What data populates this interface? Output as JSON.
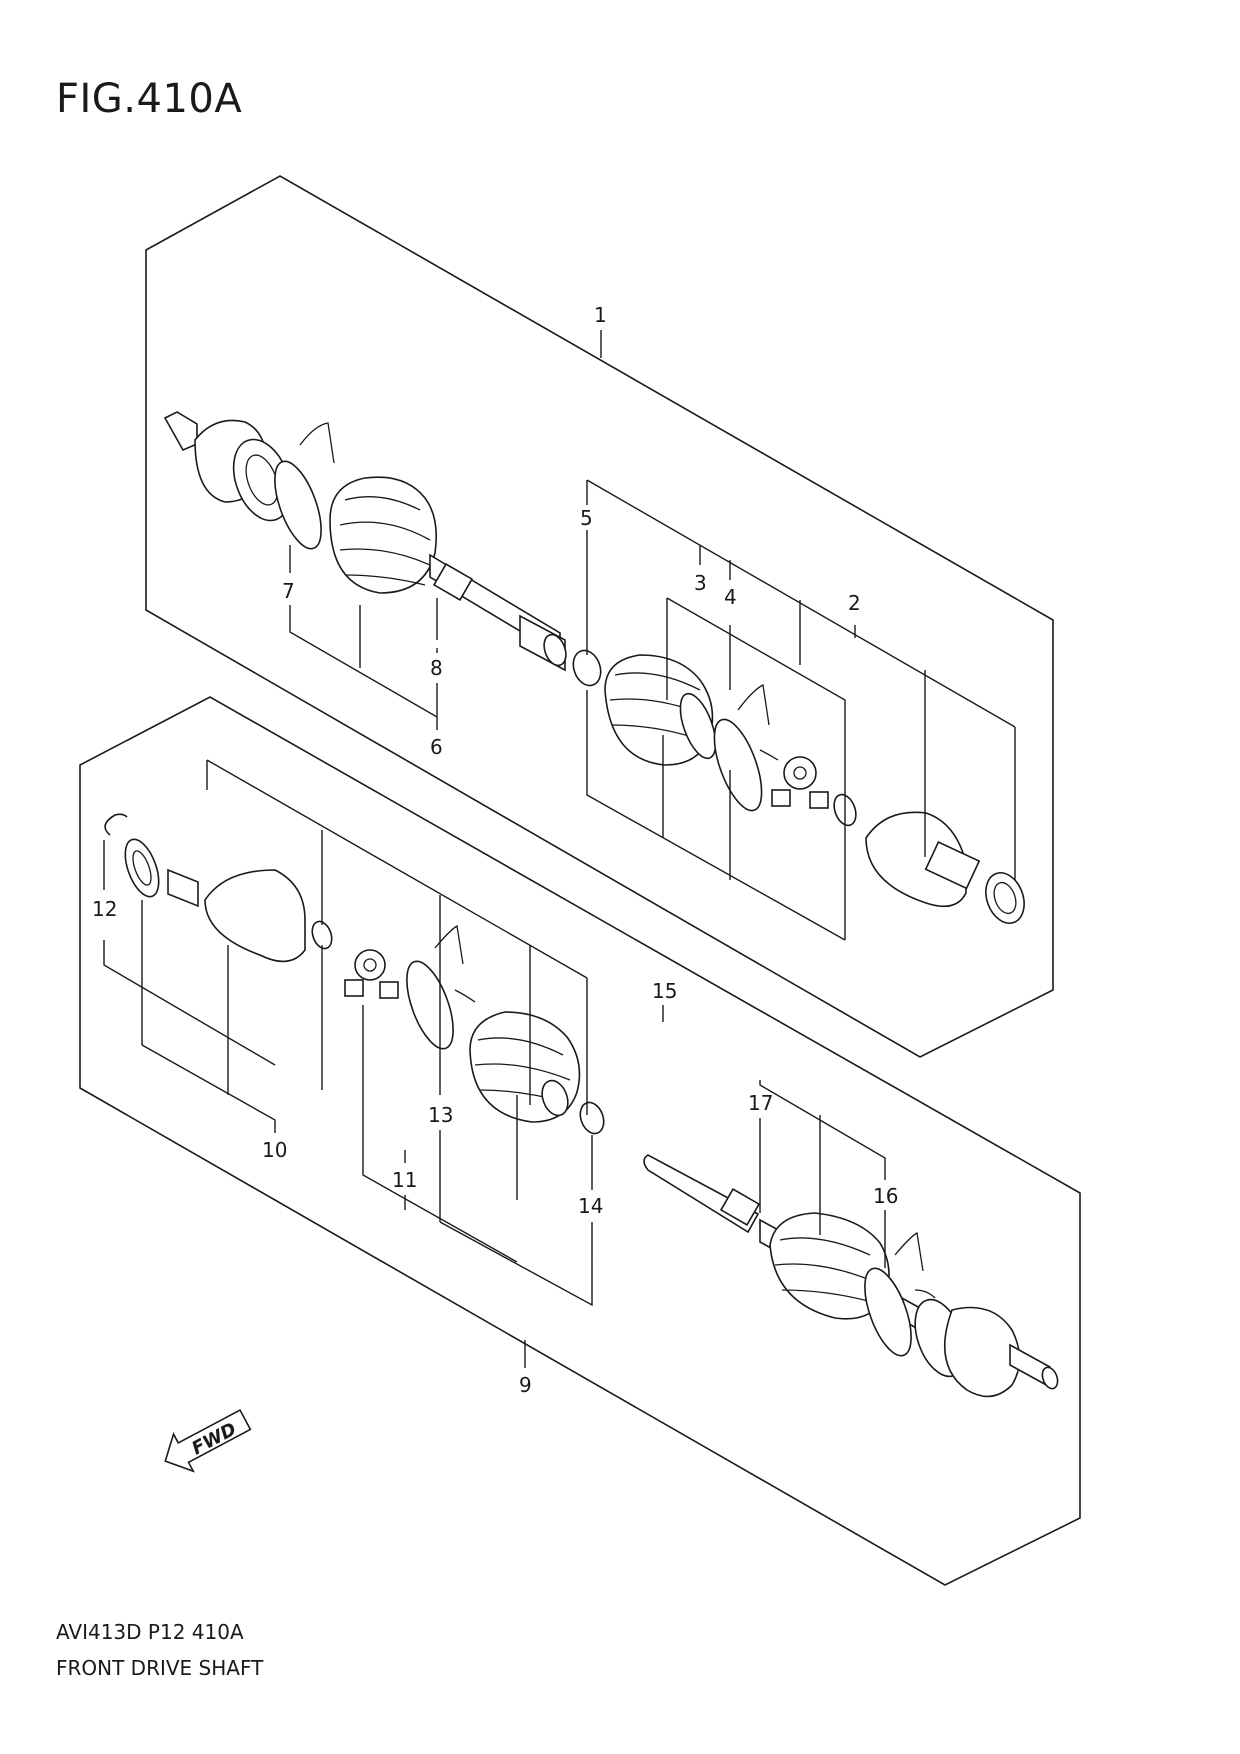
{
  "figure": {
    "title": "FIG.410A"
  },
  "footer": {
    "code": "AVI413D P12 410A",
    "name": "FRONT DRIVE SHAFT"
  },
  "callouts": [
    "1",
    "2",
    "3",
    "4",
    "5",
    "6",
    "7",
    "8",
    "9",
    "10",
    "11",
    "12",
    "13",
    "14",
    "15",
    "16",
    "17"
  ],
  "fwd_label": "FWD"
}
